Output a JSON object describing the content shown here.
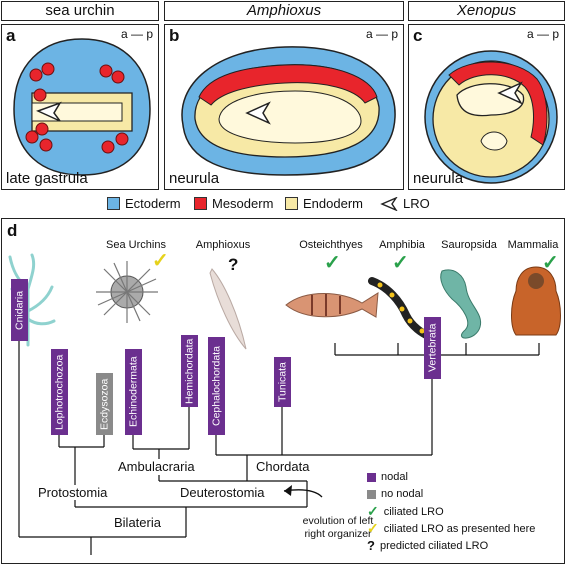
{
  "headers": {
    "a": "sea urchin",
    "b": "Amphioxus",
    "c": "Xenopus"
  },
  "panels": {
    "a": {
      "label": "a",
      "axis": "a — p",
      "stage": "late gastrula"
    },
    "b": {
      "label": "b",
      "axis": "a — p",
      "stage": "neurula"
    },
    "c": {
      "label": "c",
      "axis": "a — p",
      "stage": "neurula"
    }
  },
  "colors": {
    "ectoderm": "#6cb4e4",
    "mesoderm": "#e8252c",
    "endoderm": "#f7e9a6",
    "nodal": "#6b2f8f",
    "no_nodal": "#8a8a8a",
    "check_green": "#2aa14b",
    "check_yellow": "#e6d21c"
  },
  "legend": {
    "ectoderm": "Ectoderm",
    "mesoderm": "Mesoderm",
    "endoderm": "Endoderm",
    "lro": "LRO"
  },
  "panel_d": {
    "label": "d",
    "organisms": {
      "sea_urchins": "Sea Urchins",
      "amphioxus": "Amphioxus",
      "osteichthyes": "Osteichthyes",
      "amphibia": "Amphibia",
      "sauropsida": "Sauropsida",
      "mammalia": "Mammalia"
    },
    "question": "?",
    "taxa": {
      "cnidaria": "Cnidaria",
      "lophotrochozoa": "Lophotrochozoa",
      "ecdysozoa": "Ecdysozoa",
      "echinodermata": "Echinodermata",
      "hemichordata": "Hemichordata",
      "cephalochordata": "Cephalochordata",
      "tunicata": "Tunicata",
      "vertebrata": "Vertebrata"
    },
    "clades": {
      "ambulacraria": "Ambulacraria",
      "chordata": "Chordata",
      "protostomia": "Protostomia",
      "deuterostomia": "Deuterostomia",
      "bilateria": "Bilateria"
    },
    "annotation": [
      "evolution of left",
      "right organizer"
    ],
    "key": {
      "nodal": "nodal",
      "no_nodal": "no nodal",
      "ciliated": "ciliated LRO",
      "ciliated_here": "ciliated LRO as presented here",
      "predicted": "predicted ciliated LRO",
      "predicted_mark": "?"
    }
  }
}
